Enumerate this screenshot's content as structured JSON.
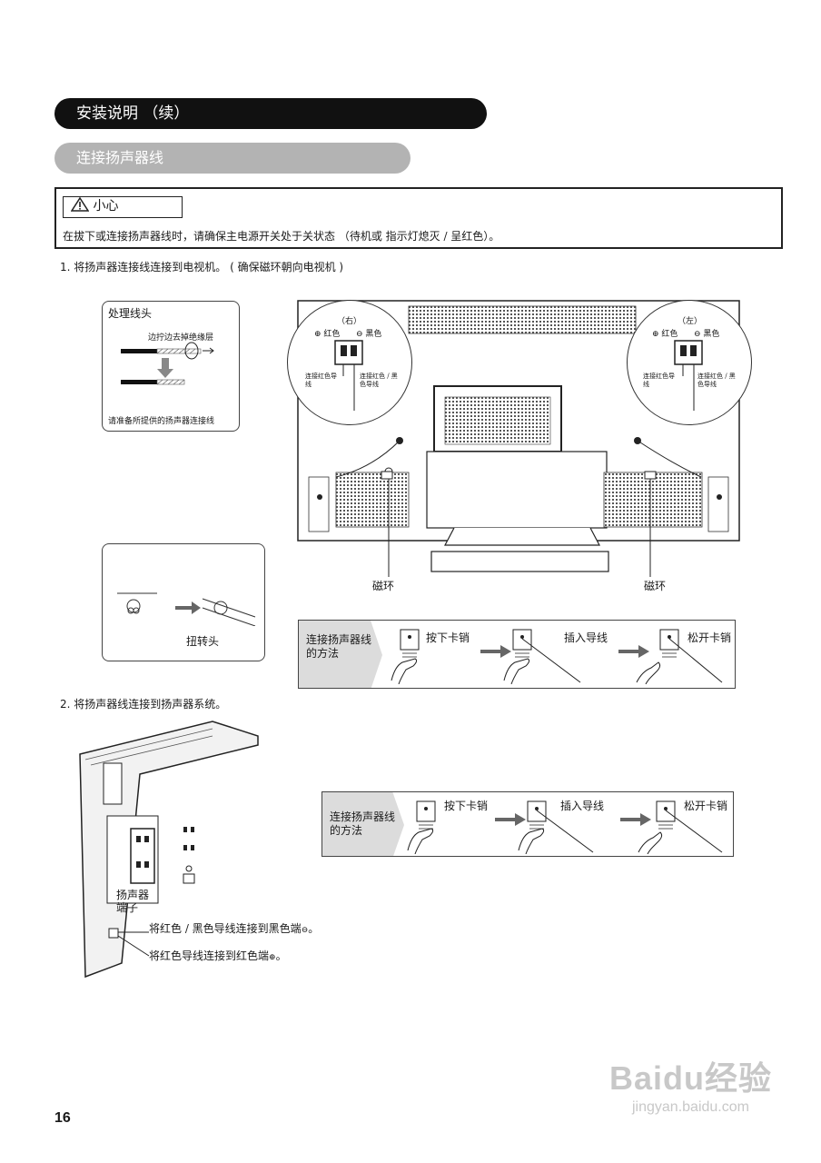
{
  "header": {
    "title": "安装说明 （续）",
    "subtitle": "连接扬声器线"
  },
  "caution": {
    "label": "小心",
    "text": "在拔下或连接扬声器线时，请确保主电源开关处于关状态 （待机或 指示灯熄灭 / 呈红色）。"
  },
  "step1": {
    "text": "1. 将扬声器连接线连接到电视机。 ( 确保磁环朝向电视机 )"
  },
  "wire_prep": {
    "title": "处理线头",
    "twist_label": "边拧边去掉绝缘层",
    "caption": "请准备所提供的扬声器连接线"
  },
  "twist": {
    "label": "扭转头"
  },
  "right_terminal": {
    "side": "（右）",
    "red": "红色",
    "black": "黑色",
    "red_wire": "连接红色导线",
    "black_wire": "连接红色 / 黑色导线"
  },
  "left_terminal": {
    "side": "（左）",
    "red": "红色",
    "black": "黑色",
    "red_wire": "连接红色导线",
    "black_wire": "连接红色 / 黑色导线"
  },
  "ferrite_left": "磁环",
  "ferrite_right": "磁环",
  "method1": {
    "title": "连接扬声器线的方法",
    "step1": "按下卡销",
    "step2": "插入导线",
    "step3": "松开卡销"
  },
  "step2": {
    "text": "2. 将扬声器线连接到扬声器系统。"
  },
  "speaker": {
    "terminal_label": "扬声器端子",
    "black_note": "将红色 / 黑色导线连接到黑色端",
    "red_note": "将红色导线连接到红色端"
  },
  "method2": {
    "title": "连接扬声器线的方法",
    "step1": "按下卡销",
    "step2": "插入导线",
    "step3": "松开卡销"
  },
  "page_number": "16",
  "watermark": {
    "logo": "Baidu经验",
    "url": "jingyan.baidu.com"
  }
}
